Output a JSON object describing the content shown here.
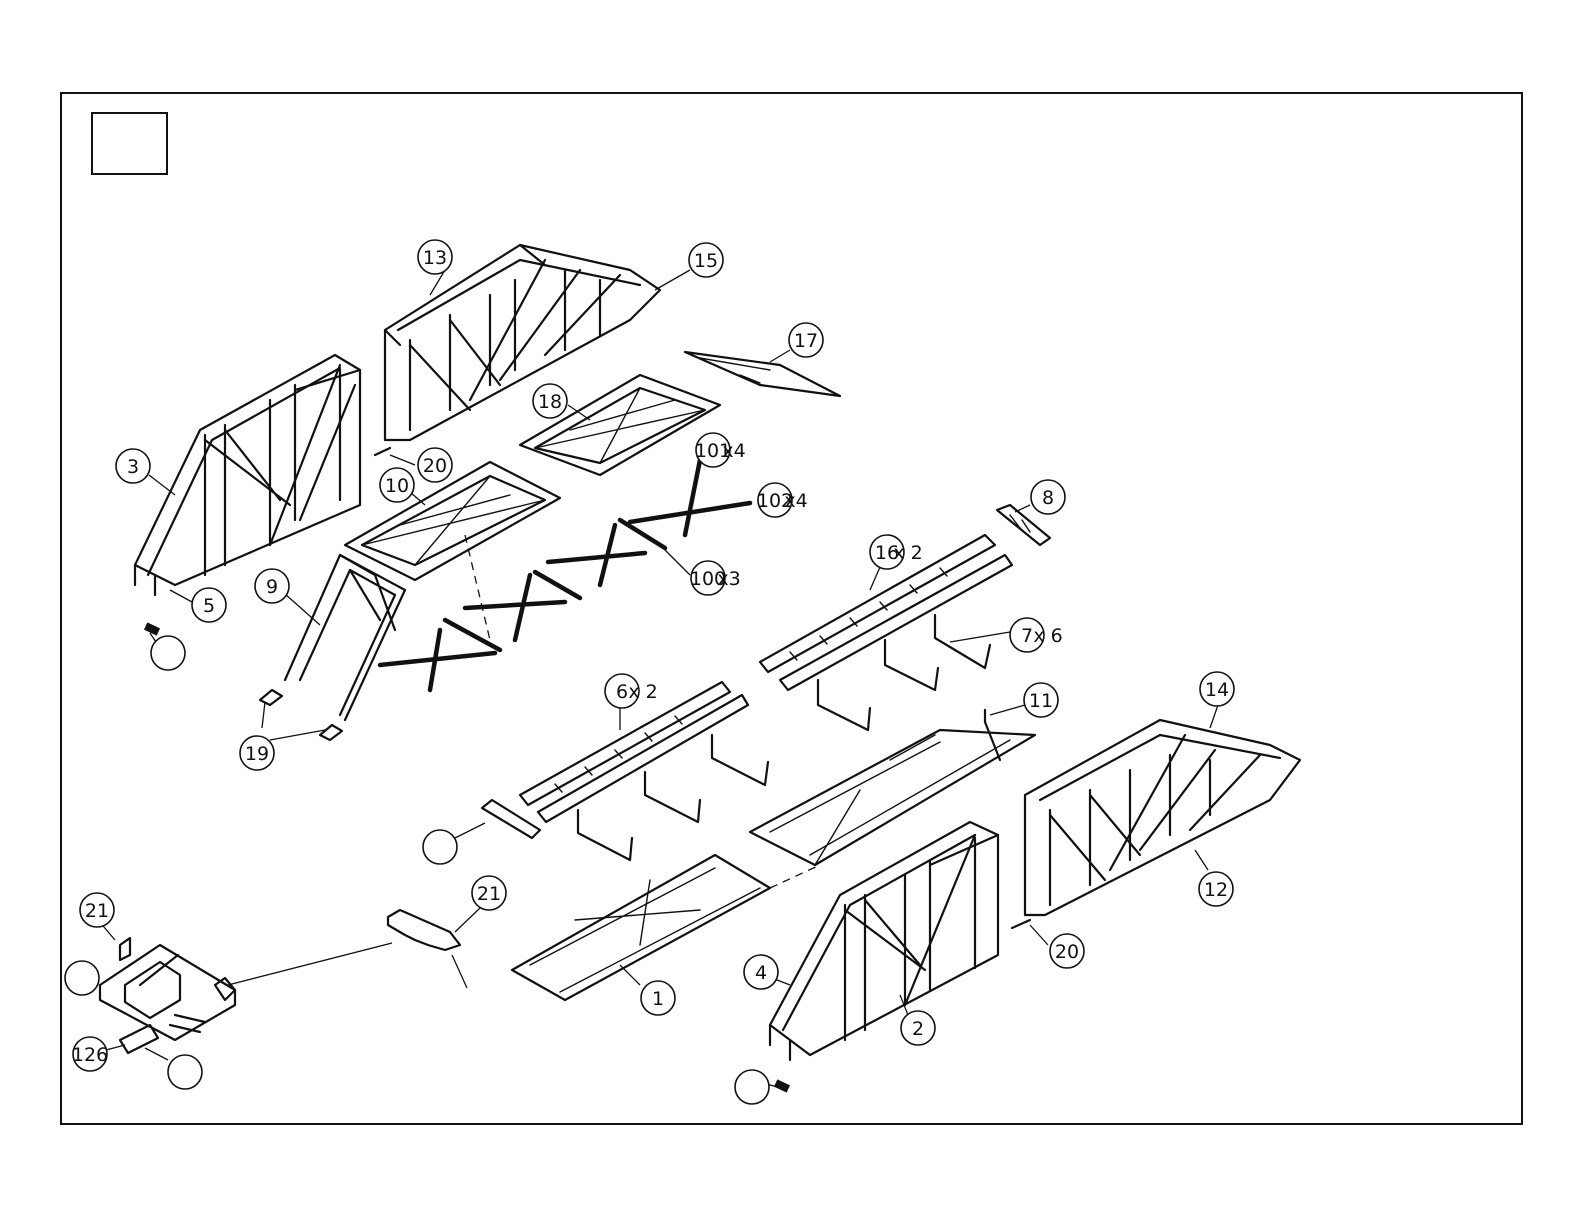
{
  "callouts": [
    {
      "id": "p13",
      "number": "13"
    },
    {
      "id": "p15",
      "number": "15"
    },
    {
      "id": "p17",
      "number": "17"
    },
    {
      "id": "p18",
      "number": "18"
    },
    {
      "id": "p3",
      "number": "3"
    },
    {
      "id": "p20a",
      "number": "20"
    },
    {
      "id": "p10",
      "number": "10"
    },
    {
      "id": "p101",
      "number": "101",
      "qty": "x4"
    },
    {
      "id": "p102",
      "number": "102",
      "qty": "x4"
    },
    {
      "id": "p8",
      "number": "8"
    },
    {
      "id": "p16",
      "number": "16",
      "qty": "x 2"
    },
    {
      "id": "p100",
      "number": "100",
      "qty": "x3"
    },
    {
      "id": "p9",
      "number": "9"
    },
    {
      "id": "p5",
      "number": "5"
    },
    {
      "id": "p7",
      "number": "7",
      "qty": "x 6"
    },
    {
      "id": "p6",
      "number": "6",
      "qty": "x 2"
    },
    {
      "id": "p11",
      "number": "11"
    },
    {
      "id": "p14",
      "number": "14"
    },
    {
      "id": "p19",
      "number": "19"
    },
    {
      "id": "p12",
      "number": "12"
    },
    {
      "id": "p21a",
      "number": "21"
    },
    {
      "id": "p21b",
      "number": "21"
    },
    {
      "id": "p20b",
      "number": "20"
    },
    {
      "id": "p4",
      "number": "4"
    },
    {
      "id": "p2",
      "number": "2"
    },
    {
      "id": "p1",
      "number": "1"
    },
    {
      "id": "p126",
      "number": "126"
    },
    {
      "id": "e1",
      "number": ""
    },
    {
      "id": "e2",
      "number": ""
    },
    {
      "id": "e3",
      "number": ""
    },
    {
      "id": "e4",
      "number": ""
    },
    {
      "id": "e5",
      "number": ""
    }
  ],
  "step_box_label": ""
}
